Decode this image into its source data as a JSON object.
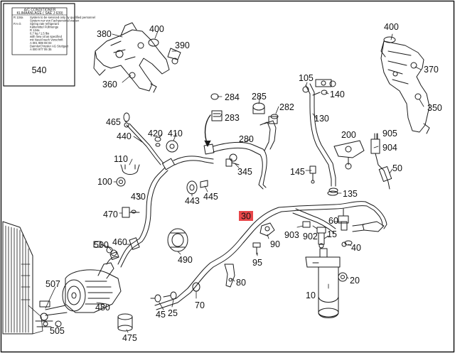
{
  "label_panel": {
    "number": "540",
    "title_lines": [
      "A/C CONDITIONER",
      "KLIMAANLAGE ( SAE J 639)"
    ],
    "rows": [
      {
        "code": "R 134a",
        "text": "System to be serviced only by qualified personnel"
      },
      {
        "code": "",
        "text": "System nur von Fachpersonal warten"
      },
      {
        "code": "P.A.G",
        "text": "Spring rate refrigerant"
      },
      {
        "code": "",
        "text": "Kältemittel Füllmenge"
      },
      {
        "code": "",
        "text": "R 134a"
      },
      {
        "code": "",
        "text": "0,7 kg / 1,5 lbs"
      },
      {
        "code": "",
        "text": "with new oil as specified"
      },
      {
        "code": "",
        "text": "mit Neuöl nach Vorschrift"
      },
      {
        "code": "",
        "text": "A 001 989 08 03"
      },
      {
        "code": "",
        "text": "DaimlerChrysler AG Stuttgart"
      },
      {
        "code": "",
        "text": "A 000 977 06 35"
      }
    ]
  },
  "highlight_color": "#e8474a",
  "callouts": [
    {
      "id": "380",
      "text": "380"
    },
    {
      "id": "400a",
      "text": "400"
    },
    {
      "id": "390",
      "text": "390"
    },
    {
      "id": "360",
      "text": "360"
    },
    {
      "id": "400b",
      "text": "400"
    },
    {
      "id": "370",
      "text": "370"
    },
    {
      "id": "350",
      "text": "350"
    },
    {
      "id": "105",
      "text": "105"
    },
    {
      "id": "140",
      "text": "140"
    },
    {
      "id": "284",
      "text": "284"
    },
    {
      "id": "285",
      "text": "285"
    },
    {
      "id": "282",
      "text": "282"
    },
    {
      "id": "283",
      "text": "283"
    },
    {
      "id": "130",
      "text": "130"
    },
    {
      "id": "465",
      "text": "465"
    },
    {
      "id": "440",
      "text": "440"
    },
    {
      "id": "420",
      "text": "420"
    },
    {
      "id": "410",
      "text": "410"
    },
    {
      "id": "280",
      "text": "280"
    },
    {
      "id": "200",
      "text": "200"
    },
    {
      "id": "905",
      "text": "905"
    },
    {
      "id": "904",
      "text": "904"
    },
    {
      "id": "110",
      "text": "110"
    },
    {
      "id": "345",
      "text": "345"
    },
    {
      "id": "145",
      "text": "145"
    },
    {
      "id": "50",
      "text": "50"
    },
    {
      "id": "100",
      "text": "100"
    },
    {
      "id": "443",
      "text": "443"
    },
    {
      "id": "445",
      "text": "445"
    },
    {
      "id": "135",
      "text": "135"
    },
    {
      "id": "430",
      "text": "430"
    },
    {
      "id": "470",
      "text": "470"
    },
    {
      "id": "30",
      "text": "30"
    },
    {
      "id": "60",
      "text": "60"
    },
    {
      "id": "903",
      "text": "903"
    },
    {
      "id": "902",
      "text": "902"
    },
    {
      "id": "15",
      "text": "15"
    },
    {
      "id": "500",
      "text": "500"
    },
    {
      "id": "460",
      "text": "460"
    },
    {
      "id": "90",
      "text": "90"
    },
    {
      "id": "40",
      "text": "40"
    },
    {
      "id": "490",
      "text": "490"
    },
    {
      "id": "95",
      "text": "95"
    },
    {
      "id": "507",
      "text": "507"
    },
    {
      "id": "80",
      "text": "80"
    },
    {
      "id": "20",
      "text": "20"
    },
    {
      "id": "480",
      "text": "480"
    },
    {
      "id": "10",
      "text": "10"
    },
    {
      "id": "45",
      "text": "45"
    },
    {
      "id": "25",
      "text": "25"
    },
    {
      "id": "70",
      "text": "70"
    },
    {
      "id": "505",
      "text": "505"
    },
    {
      "id": "475",
      "text": "475"
    }
  ]
}
